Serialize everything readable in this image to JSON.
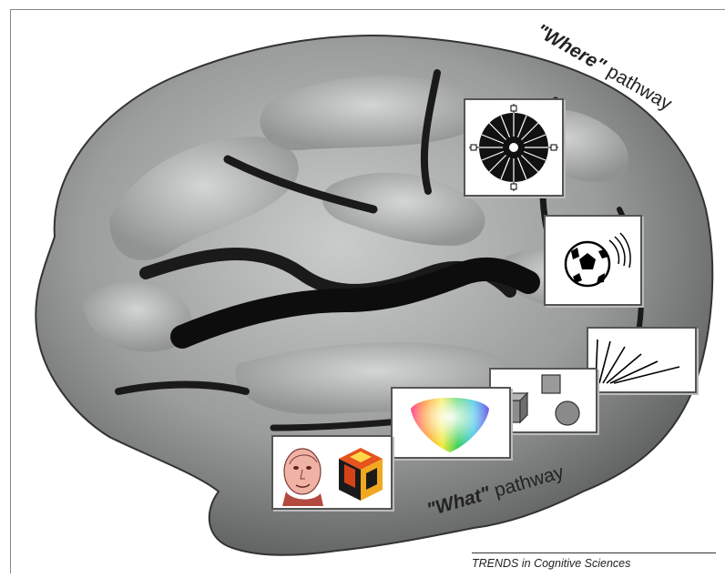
{
  "labels": {
    "where_quote_word": "\"Where\"",
    "where_tail": " pathway",
    "what_quote_word": "\"What\"",
    "what_tail": " pathway"
  },
  "credit": "TRENDS in Cognitive Sciences",
  "panels": [
    {
      "name": "spatial-polar-panel",
      "content": "polar-grid-icon"
    },
    {
      "name": "motion-panel",
      "content": "soccer-ball-motion-icon"
    },
    {
      "name": "orientation-panel",
      "content": "oriented-lines-icon"
    },
    {
      "name": "shape-panel",
      "content": "geometric-shapes-icon"
    },
    {
      "name": "color-panel",
      "content": "color-wheel-icon"
    },
    {
      "name": "objects-faces-panel",
      "content": "face-and-cube-icon"
    }
  ],
  "colors": {
    "brain_light": "#b9bcbb",
    "brain_mid": "#8a8d8c",
    "brain_dark": "#2a2c2c",
    "sulcus": "#121212"
  }
}
